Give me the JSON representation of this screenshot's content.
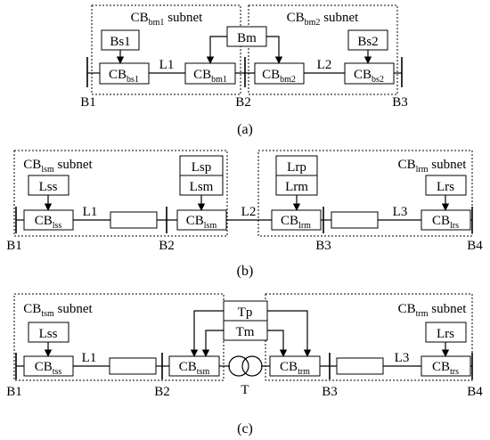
{
  "panel_a": {
    "caption": "(a)",
    "subnet_left": {
      "base": "CB",
      "sub": "bm1",
      "suffix": " subnet"
    },
    "subnet_right": {
      "base": "CB",
      "sub": "bm2",
      "suffix": " subnet"
    },
    "bs1": "Bs1",
    "bm": "Bm",
    "bs2": "Bs2",
    "cb_bs1": {
      "base": "CB",
      "sub": "bs1"
    },
    "cb_bm1": {
      "base": "CB",
      "sub": "bm1"
    },
    "cb_bm2": {
      "base": "CB",
      "sub": "bm2"
    },
    "cb_bs2": {
      "base": "CB",
      "sub": "bs2"
    },
    "line1": "L1",
    "line2": "L2",
    "bus1": "B1",
    "bus2": "B2",
    "bus3": "B3"
  },
  "panel_b": {
    "caption": "(b)",
    "subnet_left": {
      "base": "CB",
      "sub": "lsm",
      "suffix": " subnet"
    },
    "subnet_right": {
      "base": "CB",
      "sub": "lrm",
      "suffix": " subnet"
    },
    "lss": "Lss",
    "lsp": "Lsp",
    "lsm": "Lsm",
    "lrp": "Lrp",
    "lrm": "Lrm",
    "lrs": "Lrs",
    "cb_lss": {
      "base": "CB",
      "sub": "lss"
    },
    "cb_lsm": {
      "base": "CB",
      "sub": "lsm"
    },
    "cb_lrm": {
      "base": "CB",
      "sub": "lrm"
    },
    "cb_lrs": {
      "base": "CB",
      "sub": "lrs"
    },
    "line1": "L1",
    "line2": "L2",
    "line3": "L3",
    "bus1": "B1",
    "bus2": "B2",
    "bus3": "B3",
    "bus4": "B4"
  },
  "panel_c": {
    "caption": "(c)",
    "subnet_left": {
      "base": "CB",
      "sub": "tsm",
      "suffix": " subnet"
    },
    "subnet_right": {
      "base": "CB",
      "sub": "trm",
      "suffix": " subnet"
    },
    "lss": "Lss",
    "tp": "Tp",
    "tm": "Tm",
    "lrs": "Lrs",
    "cb_tss": {
      "base": "CB",
      "sub": "tss"
    },
    "cb_tsm": {
      "base": "CB",
      "sub": "tsm"
    },
    "cb_trm": {
      "base": "CB",
      "sub": "trm"
    },
    "cb_trs": {
      "base": "CB",
      "sub": "trs"
    },
    "line1": "L1",
    "line3": "L3",
    "transformer": "T",
    "bus1": "B1",
    "bus2": "B2",
    "bus3": "B3",
    "bus4": "B4"
  }
}
